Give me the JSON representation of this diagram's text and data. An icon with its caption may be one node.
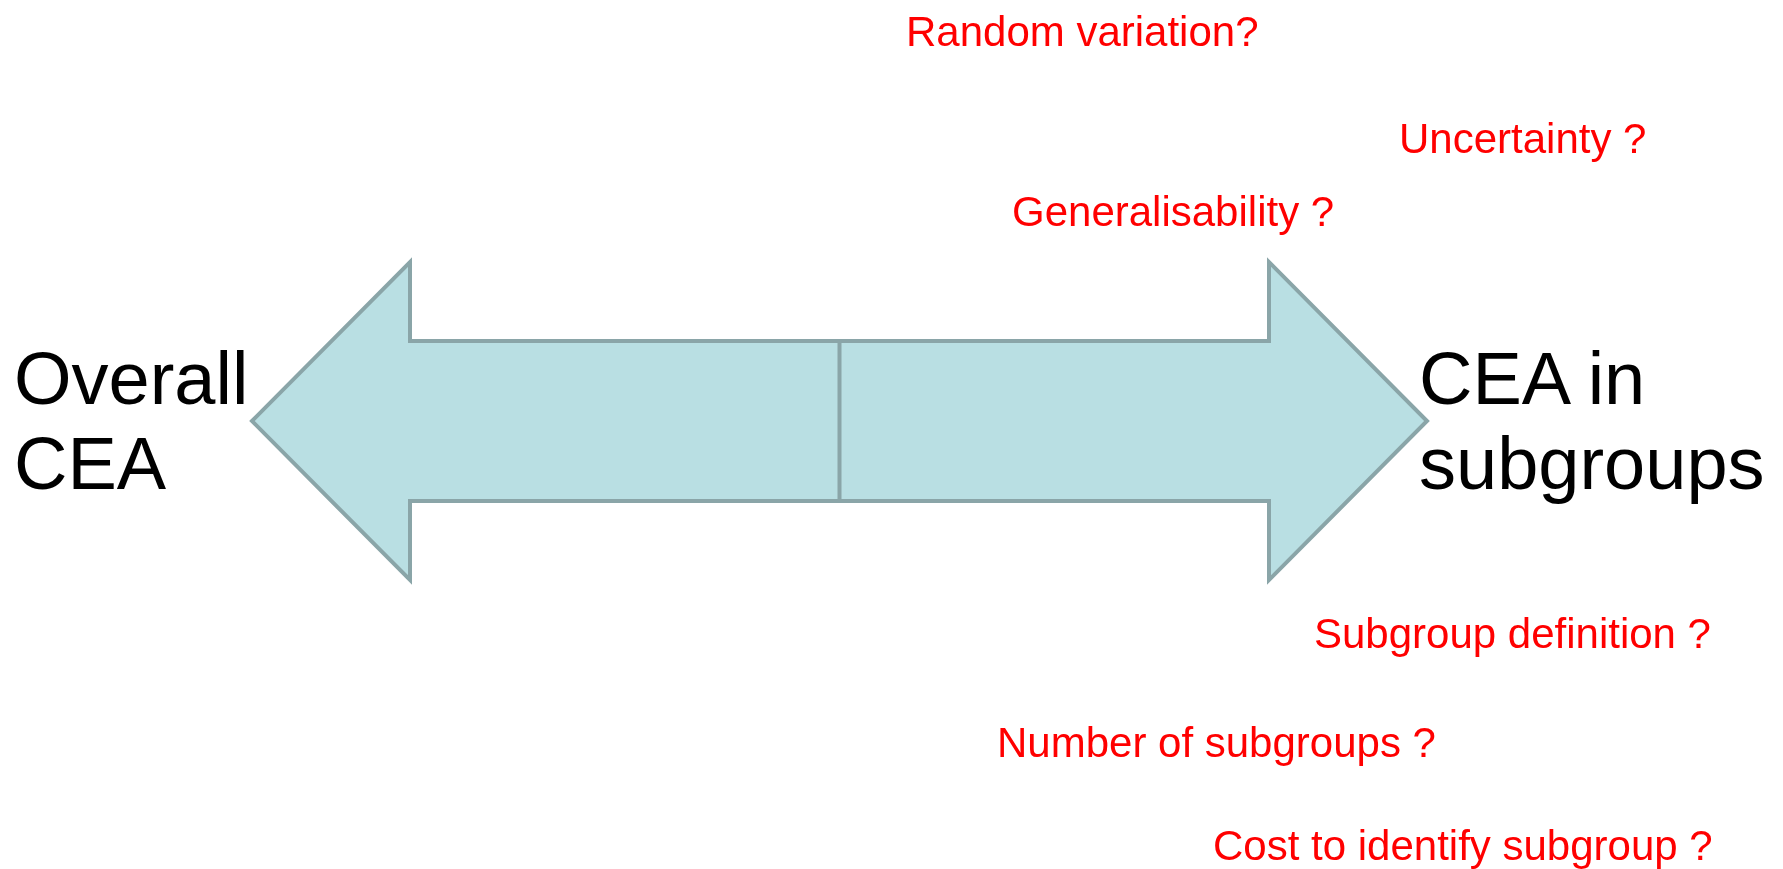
{
  "diagram": {
    "nodes": [
      {
        "text": [
          "Overall CEA"
        ]
      },
      {
        "text": [
          "CEA in subgroups"
        ]
      }
    ],
    "edges": [
      {
        "from": 0,
        "to": 1,
        "arrow": "both"
      }
    ],
    "labels": [
      "Random variation?",
      "Uncertainty ?",
      "Generalisability ?",
      "Subgroup definition ?",
      "Number of subgroups ?",
      "Cost to identify subgroup ?"
    ]
  }
}
